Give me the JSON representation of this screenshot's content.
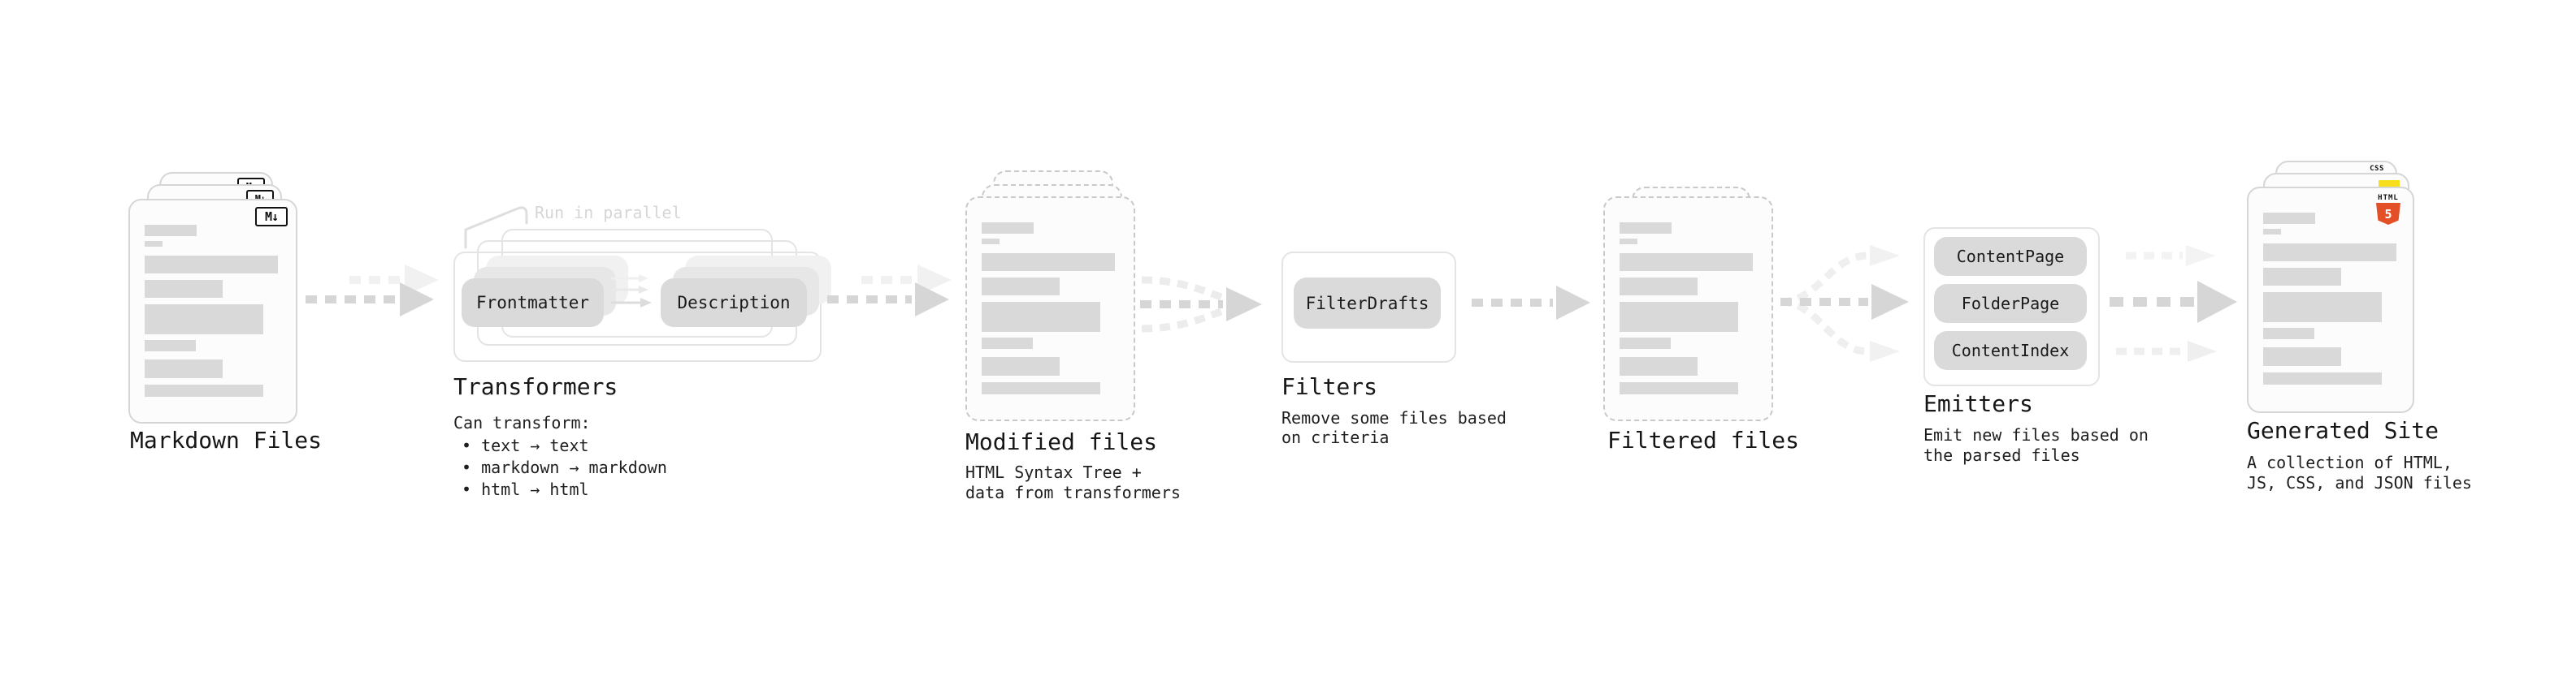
{
  "diagram": {
    "markdown": {
      "label": "Markdown Files",
      "badge": "M↓",
      "icon": "markdown-icon"
    },
    "transformers": {
      "note": "Run in parallel",
      "pill_frontmatter": "Frontmatter",
      "pill_description": "Description",
      "title": "Transformers",
      "heading": "Can transform:",
      "bullets": [
        "• text → text",
        "• markdown → markdown",
        "• html → html"
      ]
    },
    "modified": {
      "title": "Modified files",
      "description": "HTML Syntax Tree +\ndata from transformers"
    },
    "filters": {
      "title": "Filters",
      "pill": "FilterDrafts",
      "description": "Remove some files based\non criteria"
    },
    "filtered": {
      "label": "Filtered files"
    },
    "emitters": {
      "title": "Emitters",
      "pills": [
        "ContentPage",
        "FolderPage",
        "ContentIndex"
      ],
      "description": "Emit new files based on\nthe parsed files"
    },
    "generated": {
      "title": "Generated Site",
      "description": "A collection of HTML,\nJS, CSS, and JSON files",
      "css_badge": "CSS",
      "html5_label": "HTML",
      "html5_number": "5"
    },
    "colors": {
      "bar": "#d9d9d9",
      "arrow": "#d6d6d6",
      "arrow_ghost": "#f1f1f1",
      "outline": "#e4e4e4",
      "html5_orange": "#e34f26",
      "js_yellow": "#f7df1e",
      "css_blue": "#2563eb"
    }
  }
}
